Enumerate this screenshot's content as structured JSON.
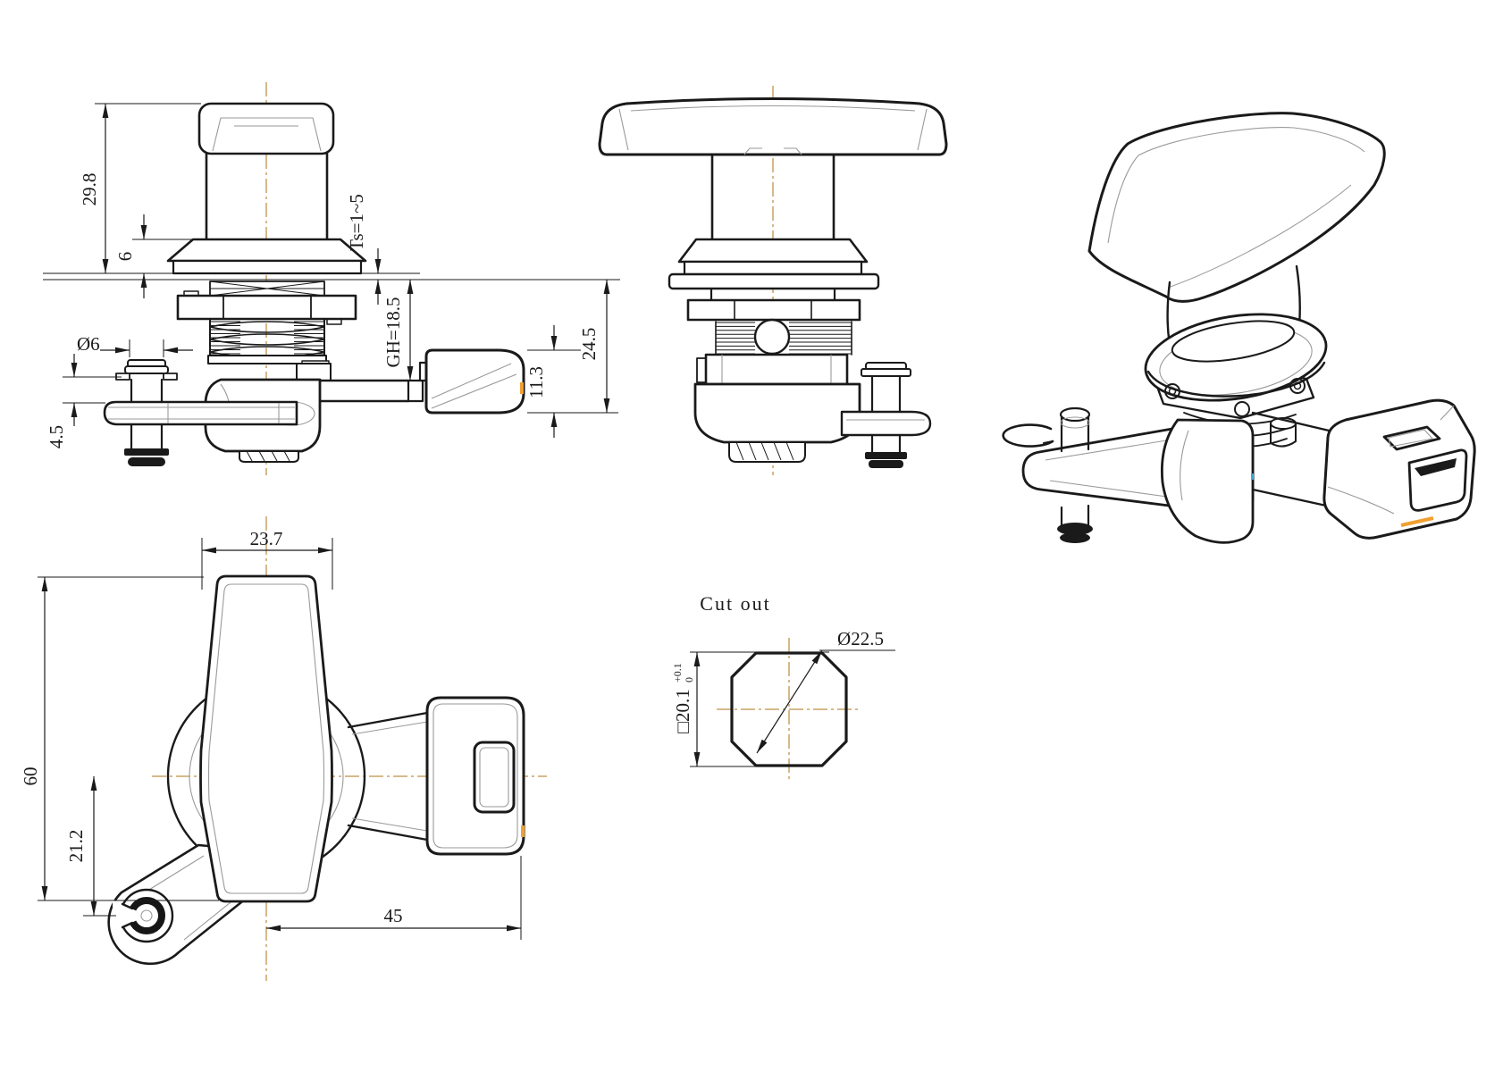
{
  "drawing": {
    "background": "#ffffff",
    "line_color": "#1a1a1a",
    "centerline_color": "#c9a264",
    "accent_orange": "#f0a030",
    "accent_blue": "#3ba7d9"
  },
  "front_view": {
    "dim_height": "29.8",
    "dim_flange": "6",
    "dim_panel_range": "Ts=1~5",
    "dim_grip": "GH=18.5",
    "dim_pin_dia": "Ø6",
    "dim_pin_offset": "4.5",
    "dim_buckle_h": "11.3",
    "dim_total_depth": "24.5"
  },
  "plan_view": {
    "dim_handle_w": "23.7",
    "dim_length": "60",
    "dim_rivet": "21.2",
    "dim_reach": "45"
  },
  "cutout_view": {
    "title": "Cut out",
    "dim_diameter": "Ø22.5",
    "dim_square": "□20.1",
    "tol_upper": "+0.1",
    "tol_lower": "0"
  }
}
